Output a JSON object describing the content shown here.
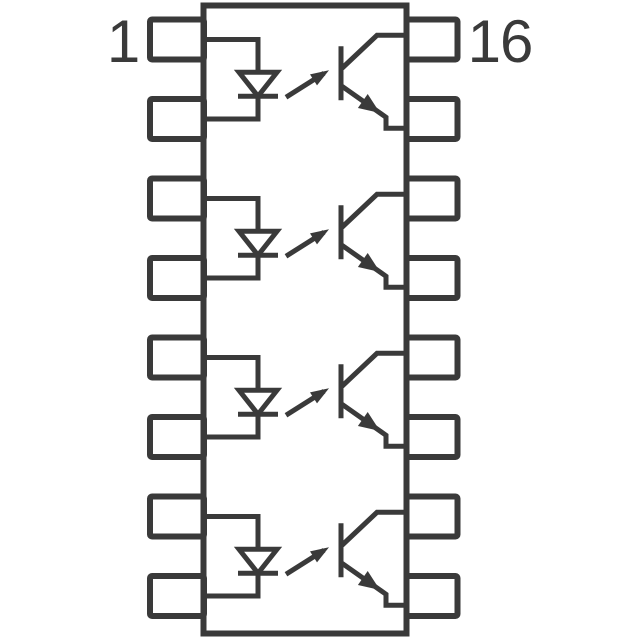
{
  "schematic": {
    "description": "quad-optocoupler-dip16-pinout-schematic",
    "background_color": "#ffffff",
    "line_color": "#3a3a3a",
    "labels": {
      "top_left_pin": "1",
      "top_right_pin": "16"
    },
    "package": {
      "left_pin_count": 8,
      "right_pin_count": 8,
      "left_pin_names": [
        "pin-1",
        "pin-2",
        "pin-3",
        "pin-4",
        "pin-5",
        "pin-6",
        "pin-7",
        "pin-8"
      ],
      "right_pin_names": [
        "pin-16",
        "pin-15",
        "pin-14",
        "pin-13",
        "pin-12",
        "pin-11",
        "pin-10",
        "pin-9"
      ]
    },
    "channels": [
      {
        "name": "optocoupler-channel-1",
        "icons": [
          "led-diode-icon",
          "light-arrow-icon",
          "phototransistor-icon"
        ]
      },
      {
        "name": "optocoupler-channel-2",
        "icons": [
          "led-diode-icon",
          "light-arrow-icon",
          "phototransistor-icon"
        ]
      },
      {
        "name": "optocoupler-channel-3",
        "icons": [
          "led-diode-icon",
          "light-arrow-icon",
          "phototransistor-icon"
        ]
      },
      {
        "name": "optocoupler-channel-4",
        "icons": [
          "led-diode-icon",
          "light-arrow-icon",
          "phototransistor-icon"
        ]
      }
    ]
  }
}
